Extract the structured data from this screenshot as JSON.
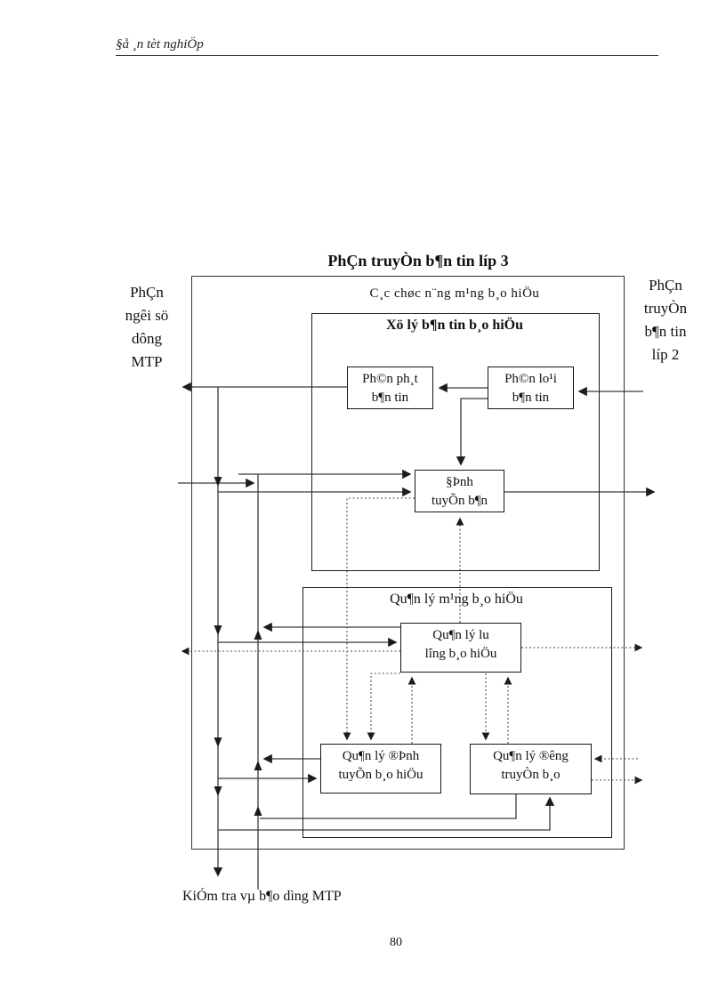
{
  "page": {
    "header": "§å ¸n tèt nghiÖp",
    "page_number": "80"
  },
  "diagram": {
    "title": "PhÇn truyÒn b¶n tin  líp 3",
    "left_label": {
      "lines": [
        "PhÇn",
        "ngêi  sö",
        "dông",
        "MTP"
      ]
    },
    "right_label": {
      "lines": [
        "PhÇn",
        "truyÒn",
        "b¶n tin",
        "líp 2"
      ]
    },
    "outer_caption": "C¸c chøc n¨ng m¹ng b¸o hiÖu",
    "message_handling": {
      "title": "Xö lý b¶n tin b¸o hiÖu",
      "boxes": {
        "distribution": {
          "line1": "Ph©n ph¸t",
          "line2": "b¶n tin"
        },
        "discrimination": {
          "line1": "Ph©n lo¹i",
          "line2": "b¶n tin"
        },
        "routing": {
          "line1": "§Þnh",
          "line2": "tuyÕn b¶n"
        }
      }
    },
    "network_management": {
      "title": "Qu¶n lý m¹ng b¸o hiÖu",
      "boxes": {
        "traffic": {
          "line1": "Qu¶n lý lu",
          "line2": "lîng  b¸o hiÖu"
        },
        "route": {
          "line1": "Qu¶n lý ®Þnh",
          "line2": "tuyÕn b¸o hiÖu"
        },
        "link": {
          "line1": "Qu¶n lý ®êng",
          "line2": "truyÒn b¸o"
        }
      }
    },
    "bottom_label": "KiÓm tra vµ b¶o dìng  MTP"
  }
}
